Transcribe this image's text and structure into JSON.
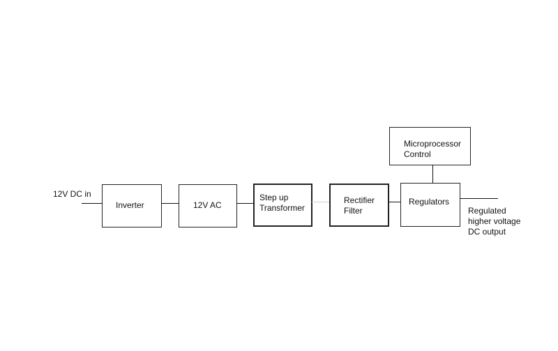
{
  "diagram": {
    "input_label": "12V DC in",
    "blocks": {
      "inverter": {
        "line1": "Inverter"
      },
      "ac": {
        "line1": "12V AC"
      },
      "transformer": {
        "line1": "Step up",
        "line2": "Transformer"
      },
      "rectifier": {
        "line1": "Rectifier",
        "line2": "Filter"
      },
      "regulators": {
        "line1": "Regulators"
      },
      "micro": {
        "line1": "Microprocessor",
        "line2": "Control"
      }
    },
    "output_label": {
      "line1": "Regulated",
      "line2": "higher voltage",
      "line3": "DC output"
    }
  }
}
